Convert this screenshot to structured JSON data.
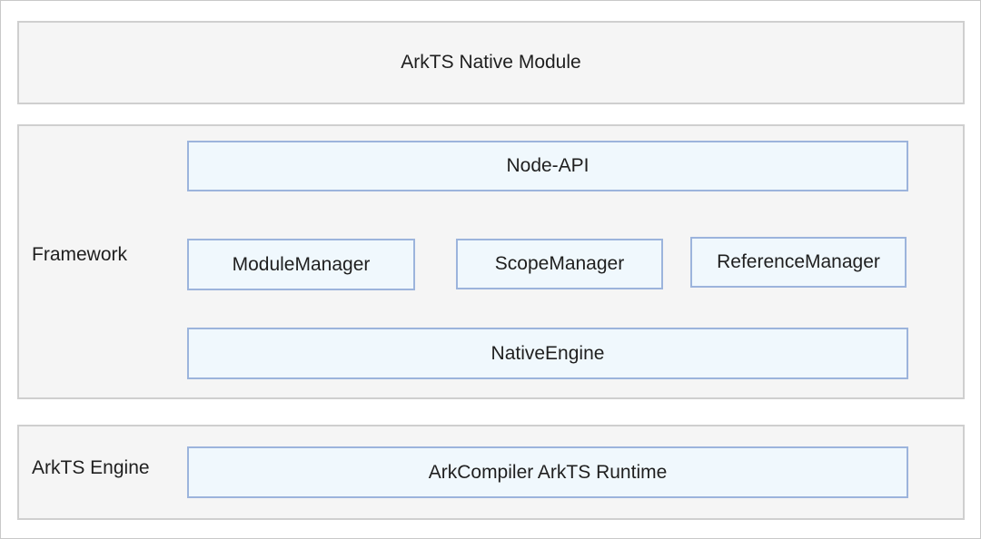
{
  "top_layer": {
    "title": "ArkTS Native Module"
  },
  "framework": {
    "label": "Framework",
    "node_api": "Node-API",
    "managers": [
      "ModuleManager",
      "ScopeManager",
      "ReferenceManager"
    ],
    "native_engine": "NativeEngine"
  },
  "engine": {
    "label": "ArkTS Engine",
    "runtime": "ArkCompiler ArkTS Runtime"
  },
  "colors": {
    "layer_fill": "#f5f5f5",
    "layer_border": "#cfcfcf",
    "box_fill": "#f0f8fd",
    "box_border": "#9cb4dc"
  }
}
